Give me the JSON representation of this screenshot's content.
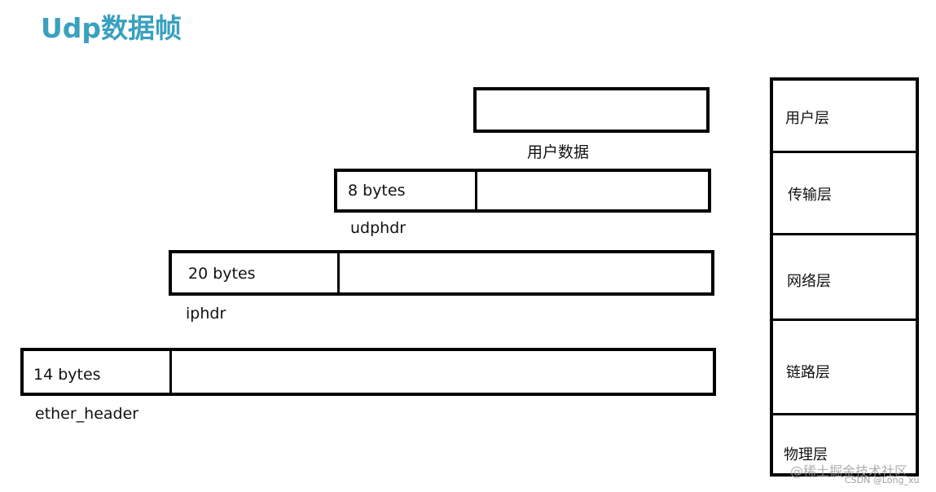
{
  "title": "Udp数据帧",
  "colors": {
    "title": "#3aa0bf",
    "border": "#000000",
    "text": "#111111"
  },
  "rows": [
    {
      "id": "user",
      "header": "",
      "caption": "用户数据"
    },
    {
      "id": "udp",
      "header": "8 bytes",
      "caption": "udphdr"
    },
    {
      "id": "ip",
      "header": "20 bytes",
      "caption": "iphdr"
    },
    {
      "id": "ether",
      "header": "14 bytes",
      "caption": "ether_header"
    }
  ],
  "layers": [
    "用户层",
    "传输层",
    "网络层",
    "链路层",
    "物理层"
  ],
  "watermark": {
    "line1": "@稀土掘金技术社区",
    "line2": "CSDN @Long_xu"
  }
}
